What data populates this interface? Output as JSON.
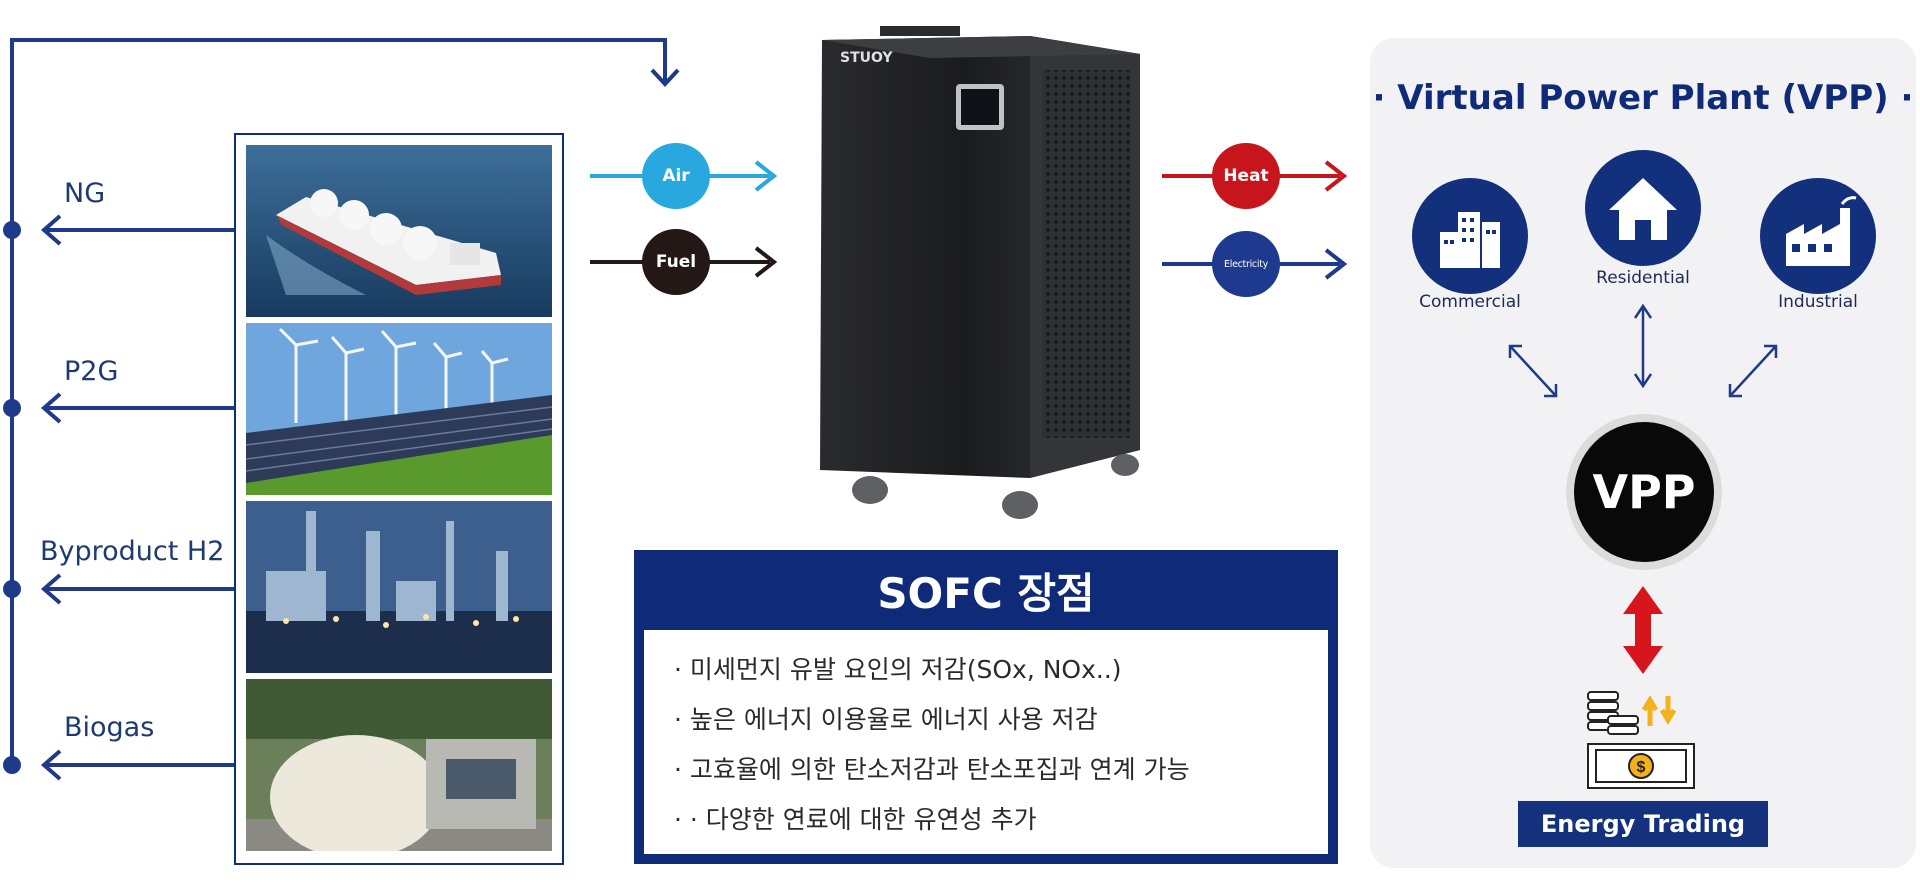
{
  "sources": [
    {
      "label": "NG",
      "photo": "lng-carrier-ship"
    },
    {
      "label": "P2G",
      "photo": "wind-turbines-solar-panels"
    },
    {
      "label": "Byproduct H2",
      "photo": "industrial-plant-at-dusk"
    },
    {
      "label": "Biogas",
      "photo": "biogas-digester-dome"
    }
  ],
  "inputs": {
    "air": "Air",
    "fuel": "Fuel"
  },
  "outputs": {
    "heat": "Heat",
    "electricity": "Electricity"
  },
  "device": {
    "brand": "STUOY"
  },
  "advantages": {
    "title": "SOFC 장점",
    "items": [
      "· 미세먼지 유발 요인의 저감(SOx, NOx..)",
      "· 높은 에너지 이용율로 에너지 사용 저감",
      "· 고효율에 의한 탄소저감과 탄소포집과 연계 가능",
      "· · 다양한 연료에 대한 유연성 추가"
    ]
  },
  "vpp": {
    "title": "· Virtual Power Plant (VPP) ·",
    "nodes": [
      {
        "label": "Commercial",
        "icon": "buildings-icon"
      },
      {
        "label": "Residential",
        "icon": "house-icon"
      },
      {
        "label": "Industrial",
        "icon": "factory-icon"
      }
    ],
    "center": "VPP",
    "trading": "Energy Trading"
  },
  "colors": {
    "navy": "#0f2a78",
    "air": "#29a8e0",
    "fuel": "#231816",
    "heat": "#c6161c",
    "electricity": "#1d3a8f"
  }
}
